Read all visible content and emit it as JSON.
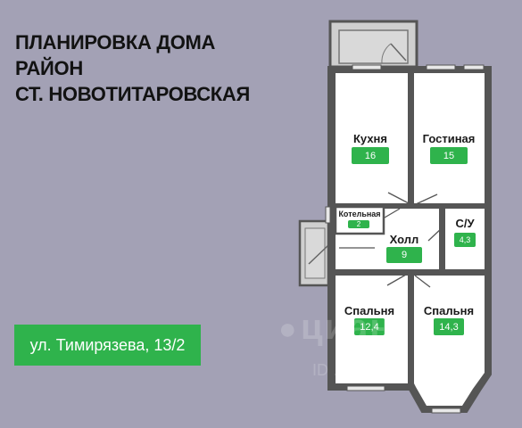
{
  "title": {
    "line1": "ПЛАНИРОВКА ДОМА",
    "line2": "РАЙОН",
    "line3": "СТ. НОВОТИТАРОВСКАЯ"
  },
  "street_label": "ул. Тимирязева, 13/2",
  "rooms": {
    "kitchen": {
      "name": "Кухня",
      "area": "16"
    },
    "living": {
      "name": "Гостиная",
      "area": "15"
    },
    "boiler": {
      "name": "Котельная",
      "area": "2"
    },
    "hall": {
      "name": "Холл",
      "area": "9"
    },
    "bathroom": {
      "name": "С/У",
      "area": "4,3"
    },
    "bedroom1": {
      "name": "Спальня",
      "area": "12,4"
    },
    "bedroom2": {
      "name": "Спальня",
      "area": "14,3"
    }
  },
  "watermark": {
    "brand": "циан",
    "id": "ID …2947"
  },
  "colors": {
    "background": "#a3a1b5",
    "accent_green": "#2fb34c",
    "wall": "#555555",
    "floor": "#ffffff"
  }
}
